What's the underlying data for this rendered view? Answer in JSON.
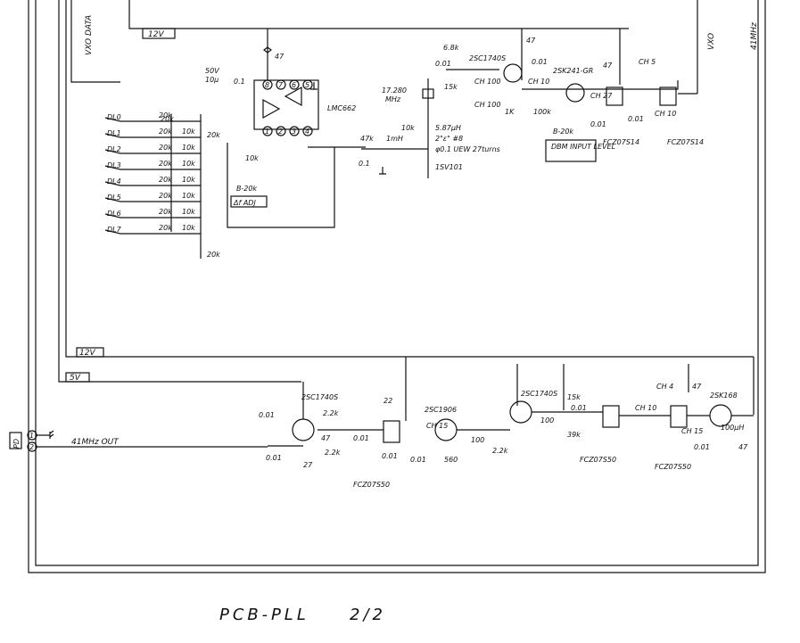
{
  "title": {
    "text": "PCB-PLL",
    "sheet": "2/2"
  },
  "rails": {
    "r12v_top": "12V",
    "r12v_mid": "12V",
    "r5v": "5V"
  },
  "edge_labels": {
    "vxo_data": "VXO DATA",
    "vxo": "VXO",
    "mhz41": "41MHz"
  },
  "connector": {
    "name": "PD",
    "pin1": "1",
    "pin2": "2",
    "output": "41MHz OUT"
  },
  "dac": {
    "inputs": [
      "DL0",
      "DL1",
      "DL2",
      "DL3",
      "DL4",
      "DL5",
      "DL6",
      "DL7"
    ],
    "r20k": "20k",
    "r10k": "10k",
    "r20k_top": "20k",
    "r20k_bottom": "20k"
  },
  "opamp": {
    "name": "LMC662",
    "pins": [
      "8",
      "7",
      "6",
      "5",
      "1",
      "2",
      "3",
      "4"
    ],
    "cap": "50V",
    "cap_val": "10µ",
    "bypass": "0.1",
    "r47": "47",
    "trim_r": "10k",
    "trim": "B-20k",
    "adj": "Δf ADJ"
  },
  "vco": {
    "r47k": "47k",
    "c01": "0.1",
    "l1mh": "1mH",
    "r10k": "10k",
    "crystal": "17.280",
    "crystal_unit": "MHz",
    "coil1": "5.87µH",
    "coil2": "2\"ε\" #8",
    "coil3": "φ0.1 UEW 27turns",
    "varicap": "1SV101",
    "r68k": "6.8k",
    "c001a": "0.01",
    "q1": "2SC1740S",
    "c001b": "0.01",
    "r15k": "15k",
    "ch100a": "CH 100",
    "ch100b": "CH 100",
    "r1k": "1K",
    "r47": "47",
    "ch10": "CH 10",
    "r100k": "100k",
    "fet": "2SK241-GR",
    "trim": "B-20k",
    "dbm": "DBM INPUT LEVEL",
    "ch27": "CH 27",
    "c001c": "0.01",
    "r47b": "47",
    "ch5": "CH 5",
    "c001d": "0.01",
    "ch10b": "CH 10",
    "coil_a": "FCZ07S14",
    "coil_b": "FCZ07S14"
  },
  "amp": {
    "c001a": "0.01",
    "q1": "2SC1740S",
    "r22k": "2.2k",
    "r47": "47",
    "c001b": "0.01",
    "r22kb": "2.2k",
    "r27": "27",
    "c001c": "0.01",
    "coil1": "FCZ07S50",
    "r22": "22",
    "q2": "2SC1906",
    "ch15": "CH 15",
    "c001d": "0.01",
    "c001e": "0.01",
    "r560": "560",
    "r100": "100",
    "q3": "2SC1740S",
    "r22kc": "2.2k",
    "r15k": "15k",
    "c001f": "0.01",
    "r100b": "100",
    "r39k": "39k",
    "ch10": "CH 10",
    "coil2": "FCZ07S50",
    "ch4": "CH 4",
    "r47b": "47",
    "ch15b": "CH 15",
    "c001g": "0.01",
    "coil3": "FCZ07S50",
    "fet": "2SK168",
    "l100": "100µH",
    "r47c": "47"
  }
}
